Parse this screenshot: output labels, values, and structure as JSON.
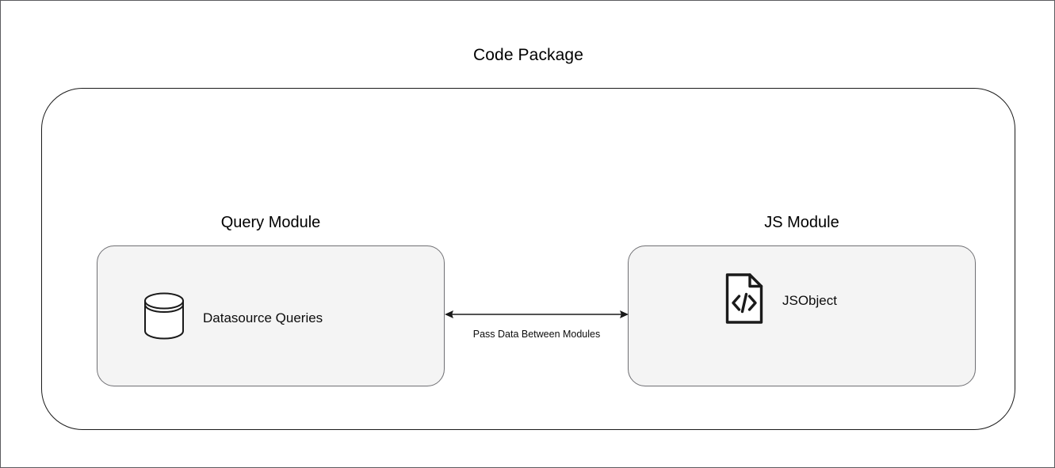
{
  "diagram": {
    "title": "Code Package",
    "modules": [
      {
        "id": "query-module",
        "label": "Query Module",
        "node": {
          "icon": "database-cylinder-icon",
          "label": "Datasource Queries"
        }
      },
      {
        "id": "js-module",
        "label": "JS Module",
        "node": {
          "icon": "code-file-icon",
          "label": "JSObject"
        }
      }
    ],
    "connector": {
      "icon": "double-headed-arrow-icon",
      "label": "Pass Data Between Modules",
      "direction": "bidirectional"
    },
    "colors": {
      "page_border": "#5c5c60",
      "package_border": "#1a1a1a",
      "module_fill": "#f4f4f4",
      "module_border": "#6f6f73",
      "text": "#000000",
      "icon_stroke": "#1a1a1a"
    }
  }
}
